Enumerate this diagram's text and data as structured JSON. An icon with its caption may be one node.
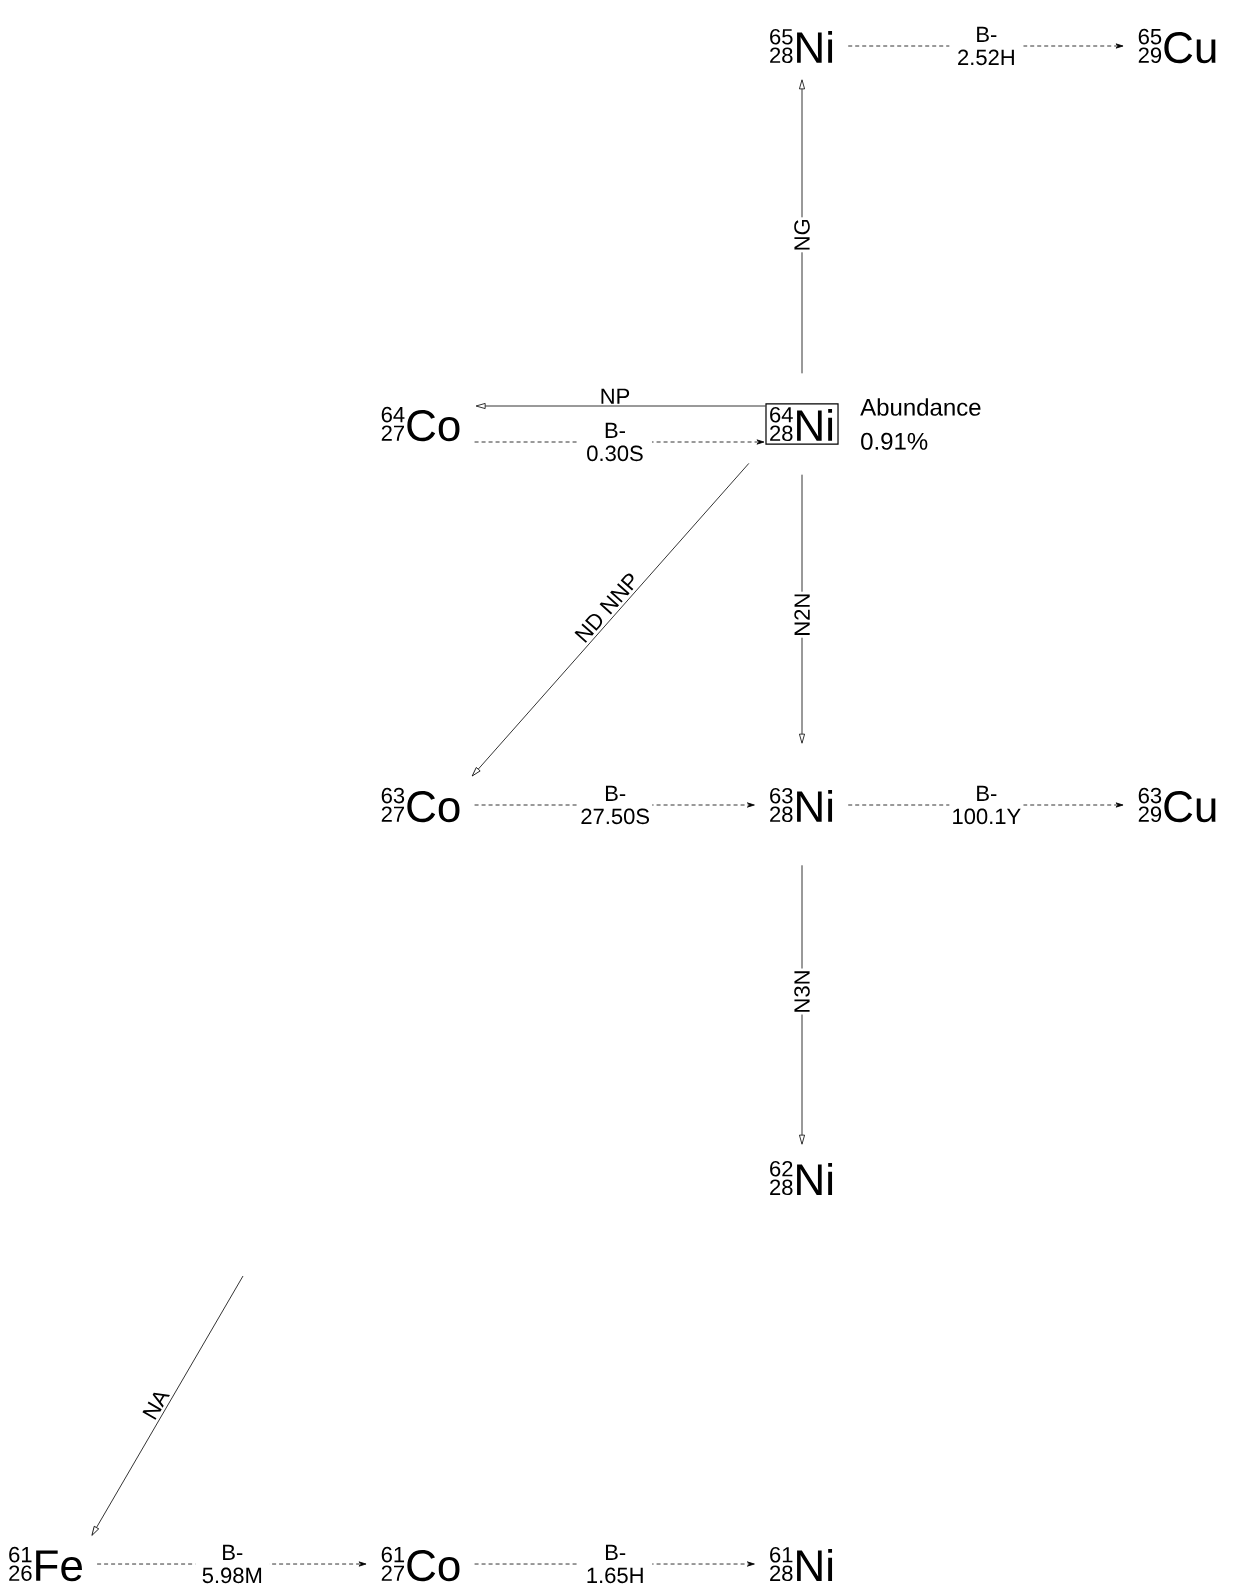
{
  "diagram": {
    "nodes": [
      {
        "text": [
          "65",
          "28",
          "Ni"
        ]
      },
      {
        "text": [
          "65",
          "29",
          "Cu"
        ]
      },
      {
        "text": [
          "64",
          "27",
          "Co"
        ]
      },
      {
        "text": [
          "64",
          "28",
          "Ni"
        ],
        "beside": [
          "Abundance 0.91%"
        ]
      },
      {
        "text": [
          "63",
          "27",
          "Co"
        ]
      },
      {
        "text": [
          "63",
          "28",
          "Ni"
        ]
      },
      {
        "text": [
          "63",
          "29",
          "Cu"
        ]
      },
      {
        "text": [
          "62",
          "28",
          "Ni"
        ]
      },
      {
        "text": [
          "61",
          "26",
          "Fe"
        ]
      },
      {
        "text": [
          "61",
          "27",
          "Co"
        ]
      },
      {
        "text": [
          "61",
          "28",
          "Ni"
        ]
      }
    ],
    "edges": [
      {
        "from": 3,
        "to": 0,
        "arrow": "to",
        "label": "NG"
      },
      {
        "from": 0,
        "to": 1,
        "arrow": "to",
        "label": "B- 2.52H",
        "style": "dashed"
      },
      {
        "from": 3,
        "to": 2,
        "arrow": "to",
        "label": "NP"
      },
      {
        "from": 2,
        "to": 3,
        "arrow": "to",
        "label": "B- 0.30S",
        "style": "dashed"
      },
      {
        "from": 3,
        "to": 4,
        "arrow": "to",
        "label": "ND NNP"
      },
      {
        "from": 3,
        "to": 5,
        "arrow": "to",
        "label": "N2N"
      },
      {
        "from": 4,
        "to": 5,
        "arrow": "to",
        "label": "B- 27.50S",
        "style": "dashed"
      },
      {
        "from": 5,
        "to": 6,
        "arrow": "to",
        "label": "B- 100.1Y",
        "style": "dashed"
      },
      {
        "from": 5,
        "to": 7,
        "arrow": "to",
        "label": "N3N"
      },
      {
        "from": null,
        "to": 8,
        "arrow": "to",
        "label": "NA"
      },
      {
        "from": 8,
        "to": 9,
        "arrow": "to",
        "label": "B- 5.98M",
        "style": "dashed"
      },
      {
        "from": 9,
        "to": 10,
        "arrow": "to",
        "label": "B- 1.65H",
        "style": "dashed"
      }
    ]
  }
}
